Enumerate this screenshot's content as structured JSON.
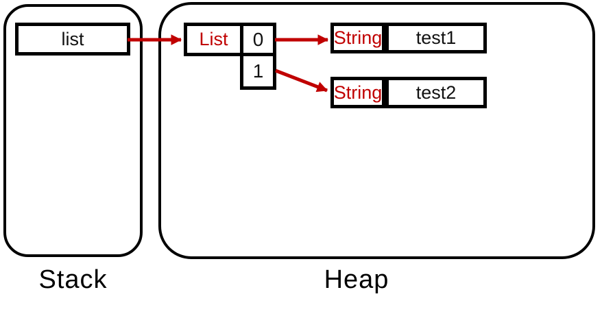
{
  "colors": {
    "accent_red": "#c00000",
    "outline_black": "#000000",
    "background": "#ffffff"
  },
  "stack": {
    "label": "Stack",
    "variable": {
      "name": "list"
    }
  },
  "heap": {
    "label": "Heap",
    "list_object": {
      "type_label": "List",
      "indices": [
        "0",
        "1"
      ]
    },
    "string_objects": [
      {
        "type_label": "String",
        "value": "test1"
      },
      {
        "type_label": "String",
        "value": "test2"
      }
    ]
  },
  "arrows": [
    {
      "from": "stack-variable-list",
      "to": "heap-list-object"
    },
    {
      "from": "list-index-0",
      "to": "string-object-test1"
    },
    {
      "from": "list-index-1",
      "to": "string-object-test2"
    }
  ]
}
